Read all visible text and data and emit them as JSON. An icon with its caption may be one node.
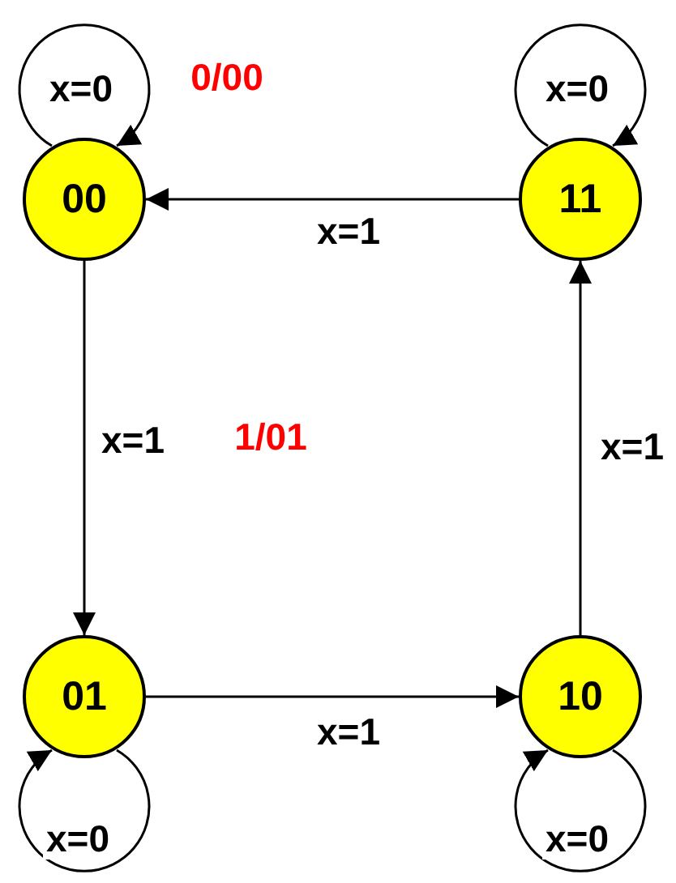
{
  "diagram": {
    "nodes": [
      {
        "text": [
          "00"
        ]
      },
      {
        "text": [
          "11"
        ]
      },
      {
        "text": [
          "01"
        ]
      },
      {
        "text": [
          "10"
        ]
      }
    ],
    "edges": [
      {
        "from": 0,
        "to": 0,
        "arrow": "to",
        "label": "x=0"
      },
      {
        "from": 1,
        "to": 1,
        "arrow": "to",
        "label": "x=0"
      },
      {
        "from": 1,
        "to": 0,
        "arrow": "to",
        "label": "x=1"
      },
      {
        "from": 0,
        "to": 2,
        "arrow": "to",
        "label": "x=1"
      },
      {
        "from": 2,
        "to": 2,
        "arrow": "to",
        "label": "x=0"
      },
      {
        "from": 2,
        "to": 3,
        "arrow": "to",
        "label": "x=1"
      },
      {
        "from": 3,
        "to": 1,
        "arrow": "to",
        "label": "x=1"
      },
      {
        "from": 3,
        "to": 3,
        "arrow": "to",
        "label": "x=0"
      }
    ],
    "labels": [
      "0/00",
      "1/01"
    ]
  }
}
